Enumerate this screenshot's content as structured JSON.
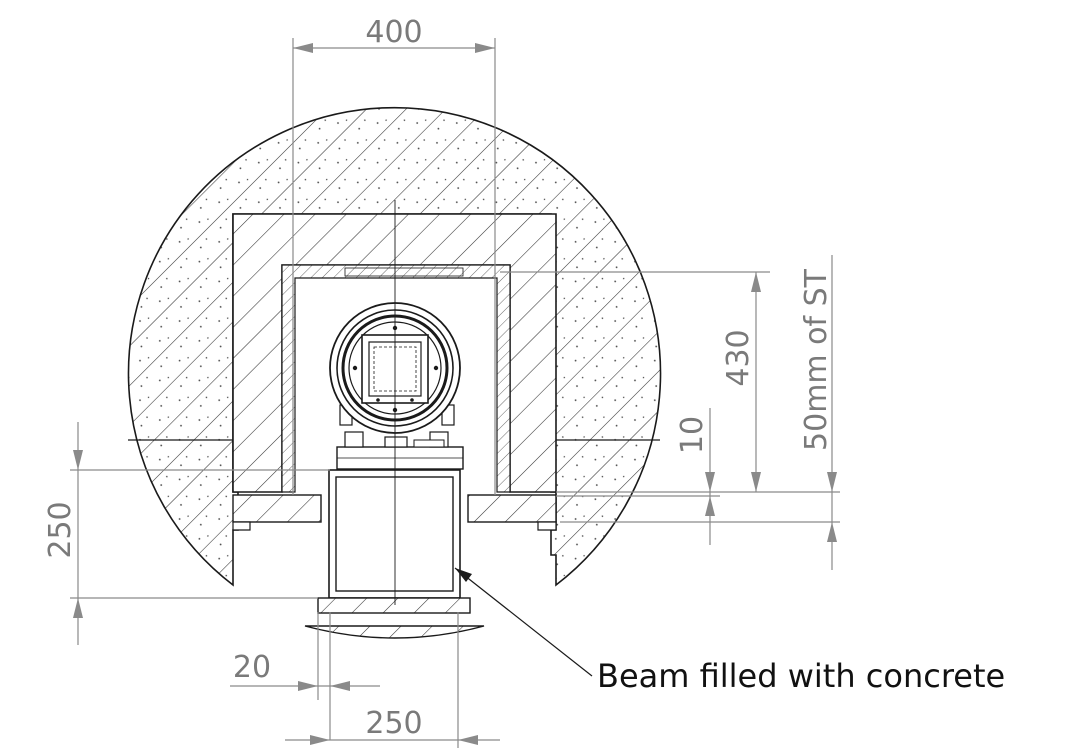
{
  "dimensions": {
    "width_400": "400",
    "width_250_bottom": "250",
    "height_250_left": "250",
    "offset_20": "20",
    "height_430": "430",
    "gap_10": "10",
    "steel_50mm": "50mm of ST"
  },
  "annotation": {
    "beam_note": "Beam filled with concrete"
  },
  "colors": {
    "line": "#1a1a1a",
    "dimension": "#8a8a8a",
    "hatch": "#333333"
  }
}
